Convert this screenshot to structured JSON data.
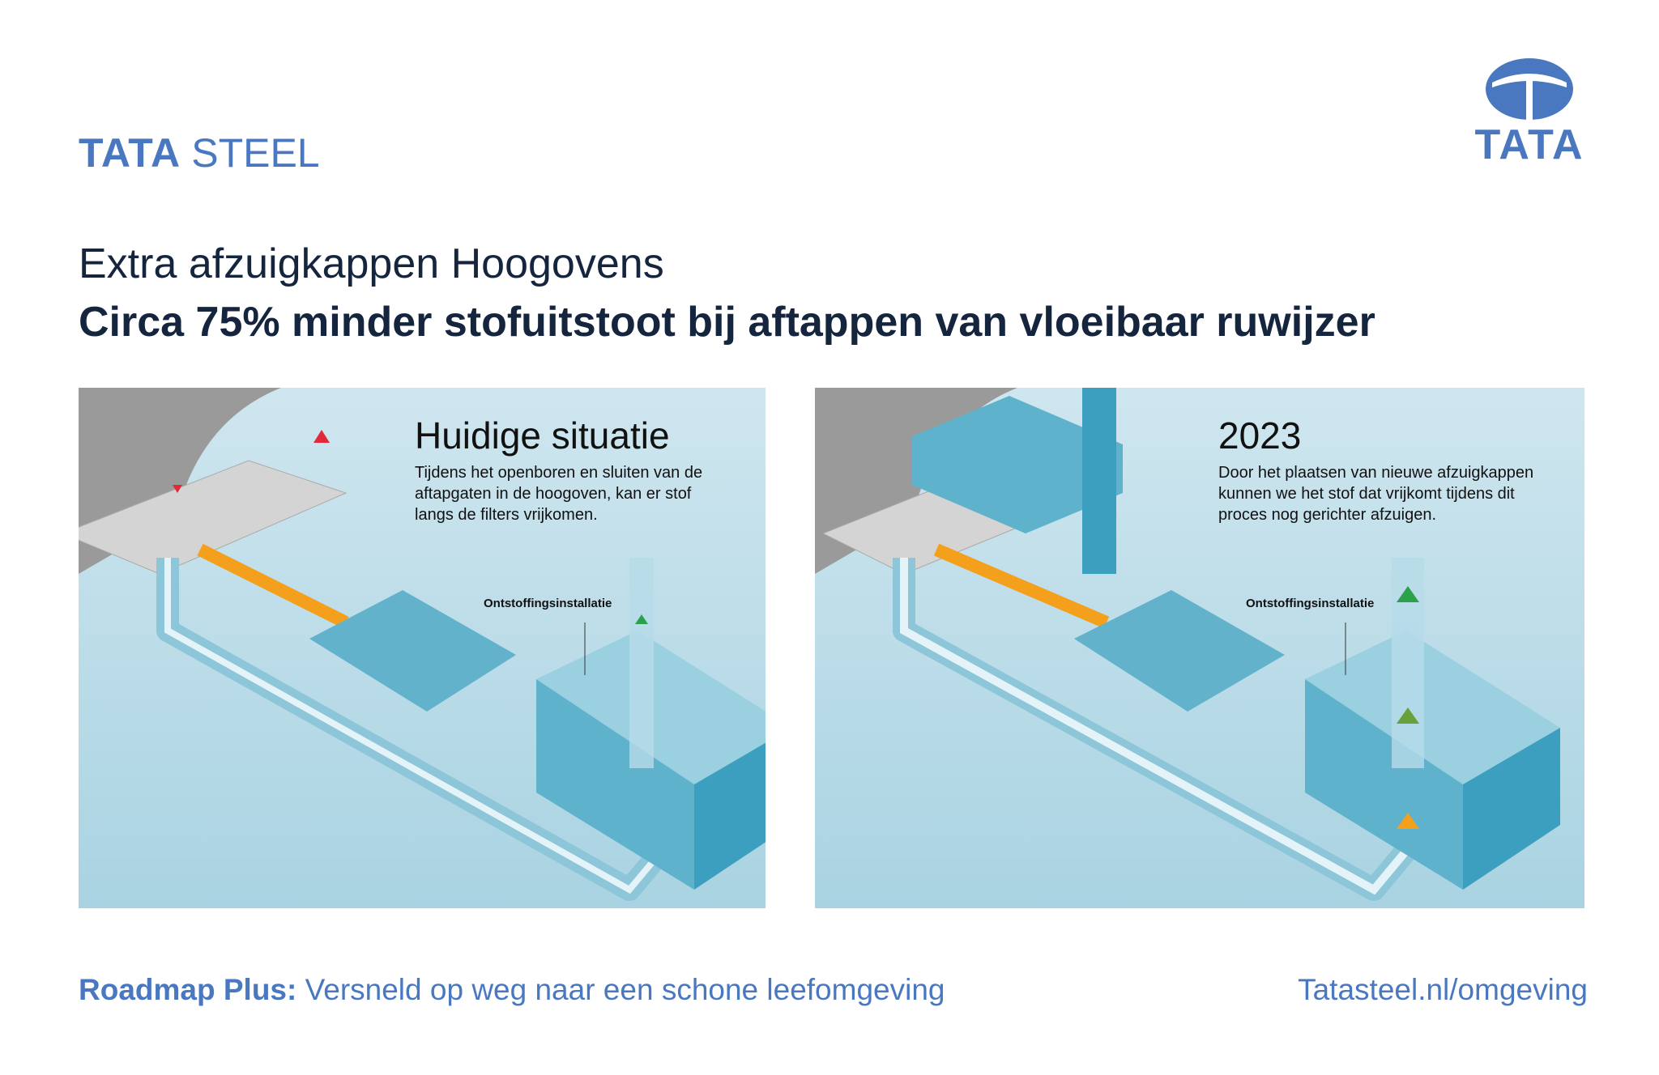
{
  "header": {
    "brand_bold": "TATA",
    "brand_light": "STEEL",
    "logo_word": "TATA"
  },
  "subtitle": "Extra afzuigkappen Hoogovens",
  "headline": "Circa 75% minder stofuitstoot bij aftappen van vloeibaar ruwijzer",
  "panels": [
    {
      "title": "Huidige situatie",
      "description": "Tijdens het openboren en sluiten van de aftapgaten in de hoogoven, kan er stof langs de filters vrijkomen.",
      "label": "Ontstoffingsinstallatie"
    },
    {
      "title": "2023",
      "description": "Door het plaatsen van nieuwe afzuigkappen kunnen we het stof dat vrijkomt tijdens dit proces nog gerichter afzuigen.",
      "label": "Ontstoffingsinstallatie"
    }
  ],
  "footer": {
    "roadmap_bold": "Roadmap Plus:",
    "roadmap_text": "Versneld op weg naar een schone leefomgeving",
    "url": "Tatasteel.nl/omgeving"
  },
  "colors": {
    "brand": "#4a78c0",
    "panel": "#c4e1ec",
    "arrow_red": "#e2283a",
    "arrow_green": "#2aa14a",
    "orange": "#f4a01c"
  }
}
